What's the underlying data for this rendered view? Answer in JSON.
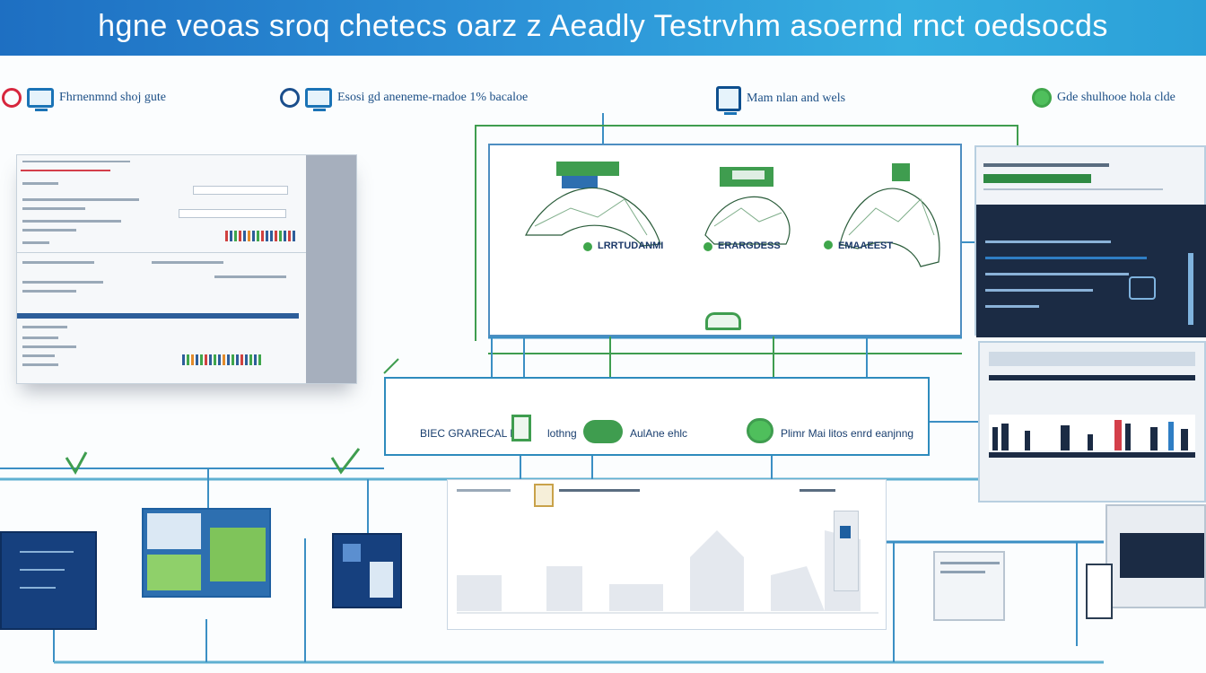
{
  "header": {
    "title": "hgne veoas sroq chetecs oarz z Aeadly Testrvhm asoernd rnct oedsocds"
  },
  "sections": [
    {
      "id": "sec1",
      "icon": "red-ring-icon",
      "label": "Fhrnenmnd shoj gute"
    },
    {
      "id": "sec2",
      "icon": "blue-ring-icon",
      "label": "Esosi gd aneneme-rnadoe 1% bacaloe"
    },
    {
      "id": "sec3",
      "icon": "monitor-icon",
      "label": "Mam nlan and wels"
    },
    {
      "id": "sec4",
      "icon": "green-ring-icon",
      "label": "Gde shulhooe hola clde"
    }
  ],
  "maps": {
    "captions": [
      "LRRTUDANMI",
      "ERARGDESS",
      "EMAAEEST"
    ]
  },
  "pipeline": {
    "labels": [
      "BIEC GRARECAL LES",
      "lothng",
      "AulAne ehlc",
      "Plimr Mai litos enrd eanjnng"
    ]
  },
  "colors": {
    "banner": "#2b8fd6",
    "flow_blue": "#3b8fc4",
    "flow_green": "#3f9d4f",
    "navy": "#16407e",
    "accent_green": "#4fbf5c"
  }
}
